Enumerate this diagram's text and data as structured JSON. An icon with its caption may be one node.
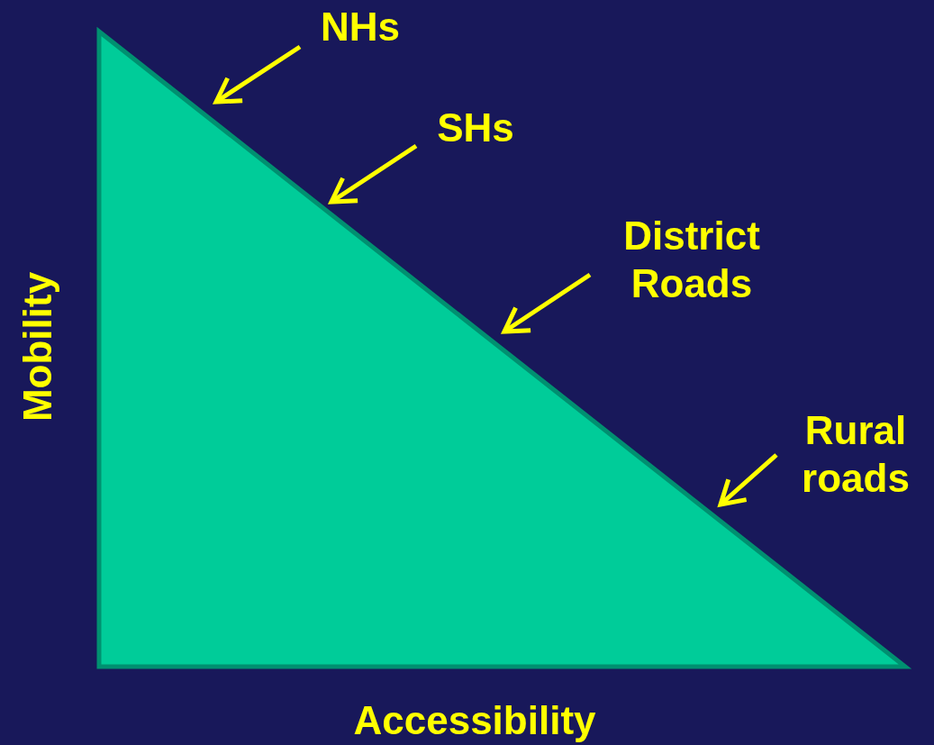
{
  "diagram": {
    "nodes": [
      {
        "text": [],
        "shape": "triangle"
      },
      {
        "text": [
          "NHs"
        ]
      },
      {
        "text": [
          "SHs"
        ]
      },
      {
        "text": [
          "District Roads"
        ]
      },
      {
        "text": [
          "Rural roads"
        ]
      }
    ],
    "edges": [
      {
        "from": 1,
        "to": 0,
        "arrow": "to"
      },
      {
        "from": 2,
        "to": 0,
        "arrow": "to"
      },
      {
        "from": 3,
        "to": 0,
        "arrow": "to"
      },
      {
        "from": 4,
        "to": 0,
        "arrow": "to"
      }
    ],
    "labels": [
      "Mobility",
      "Accessibility"
    ]
  }
}
